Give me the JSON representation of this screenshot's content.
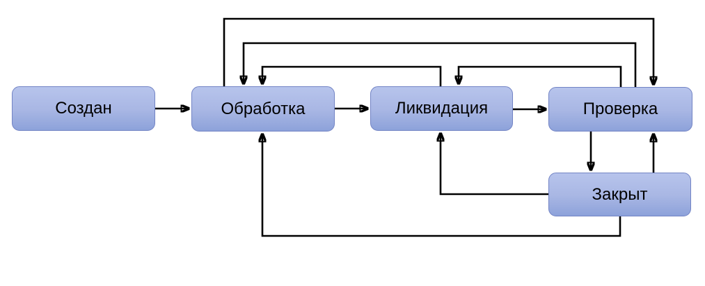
{
  "colors": {
    "node-fill-top": "#b7c4ec",
    "node-fill-mid": "#a9b7e4",
    "node-fill-bottom": "#8da2da",
    "node-border": "#7283c4",
    "arrow": "#000000",
    "text": "#000000",
    "page-bg": "#ffffff"
  },
  "diagram": {
    "type": "state-flowchart",
    "nodes": [
      {
        "id": "created",
        "label": "Создан"
      },
      {
        "id": "processing",
        "label": "Обработка"
      },
      {
        "id": "liquidation",
        "label": "Ликвидация"
      },
      {
        "id": "check",
        "label": "Проверка"
      },
      {
        "id": "closed",
        "label": "Закрыт"
      }
    ],
    "edges": [
      {
        "from": "Создан",
        "to": "Обработка",
        "route": "direct-right"
      },
      {
        "from": "Обработка",
        "to": "Ликвидация",
        "route": "direct-right"
      },
      {
        "from": "Ликвидация",
        "to": "Проверка",
        "route": "direct-right"
      },
      {
        "from": "Обработка",
        "to": "Проверка",
        "route": "top-outer"
      },
      {
        "from": "Проверка",
        "to": "Обработка",
        "route": "top-middle"
      },
      {
        "from": "Ликвидация",
        "to": "Обработка",
        "route": "top-inner-left"
      },
      {
        "from": "Проверка",
        "to": "Ликвидация",
        "route": "top-inner-right"
      },
      {
        "from": "Проверка",
        "to": "Закрыт",
        "route": "direct-down"
      },
      {
        "from": "Закрыт",
        "to": "Проверка",
        "route": "direct-up"
      },
      {
        "from": "Закрыт",
        "to": "Ликвидация",
        "route": "mid-left"
      },
      {
        "from": "Закрыт",
        "to": "Обработка",
        "route": "bottom-outer"
      }
    ]
  }
}
